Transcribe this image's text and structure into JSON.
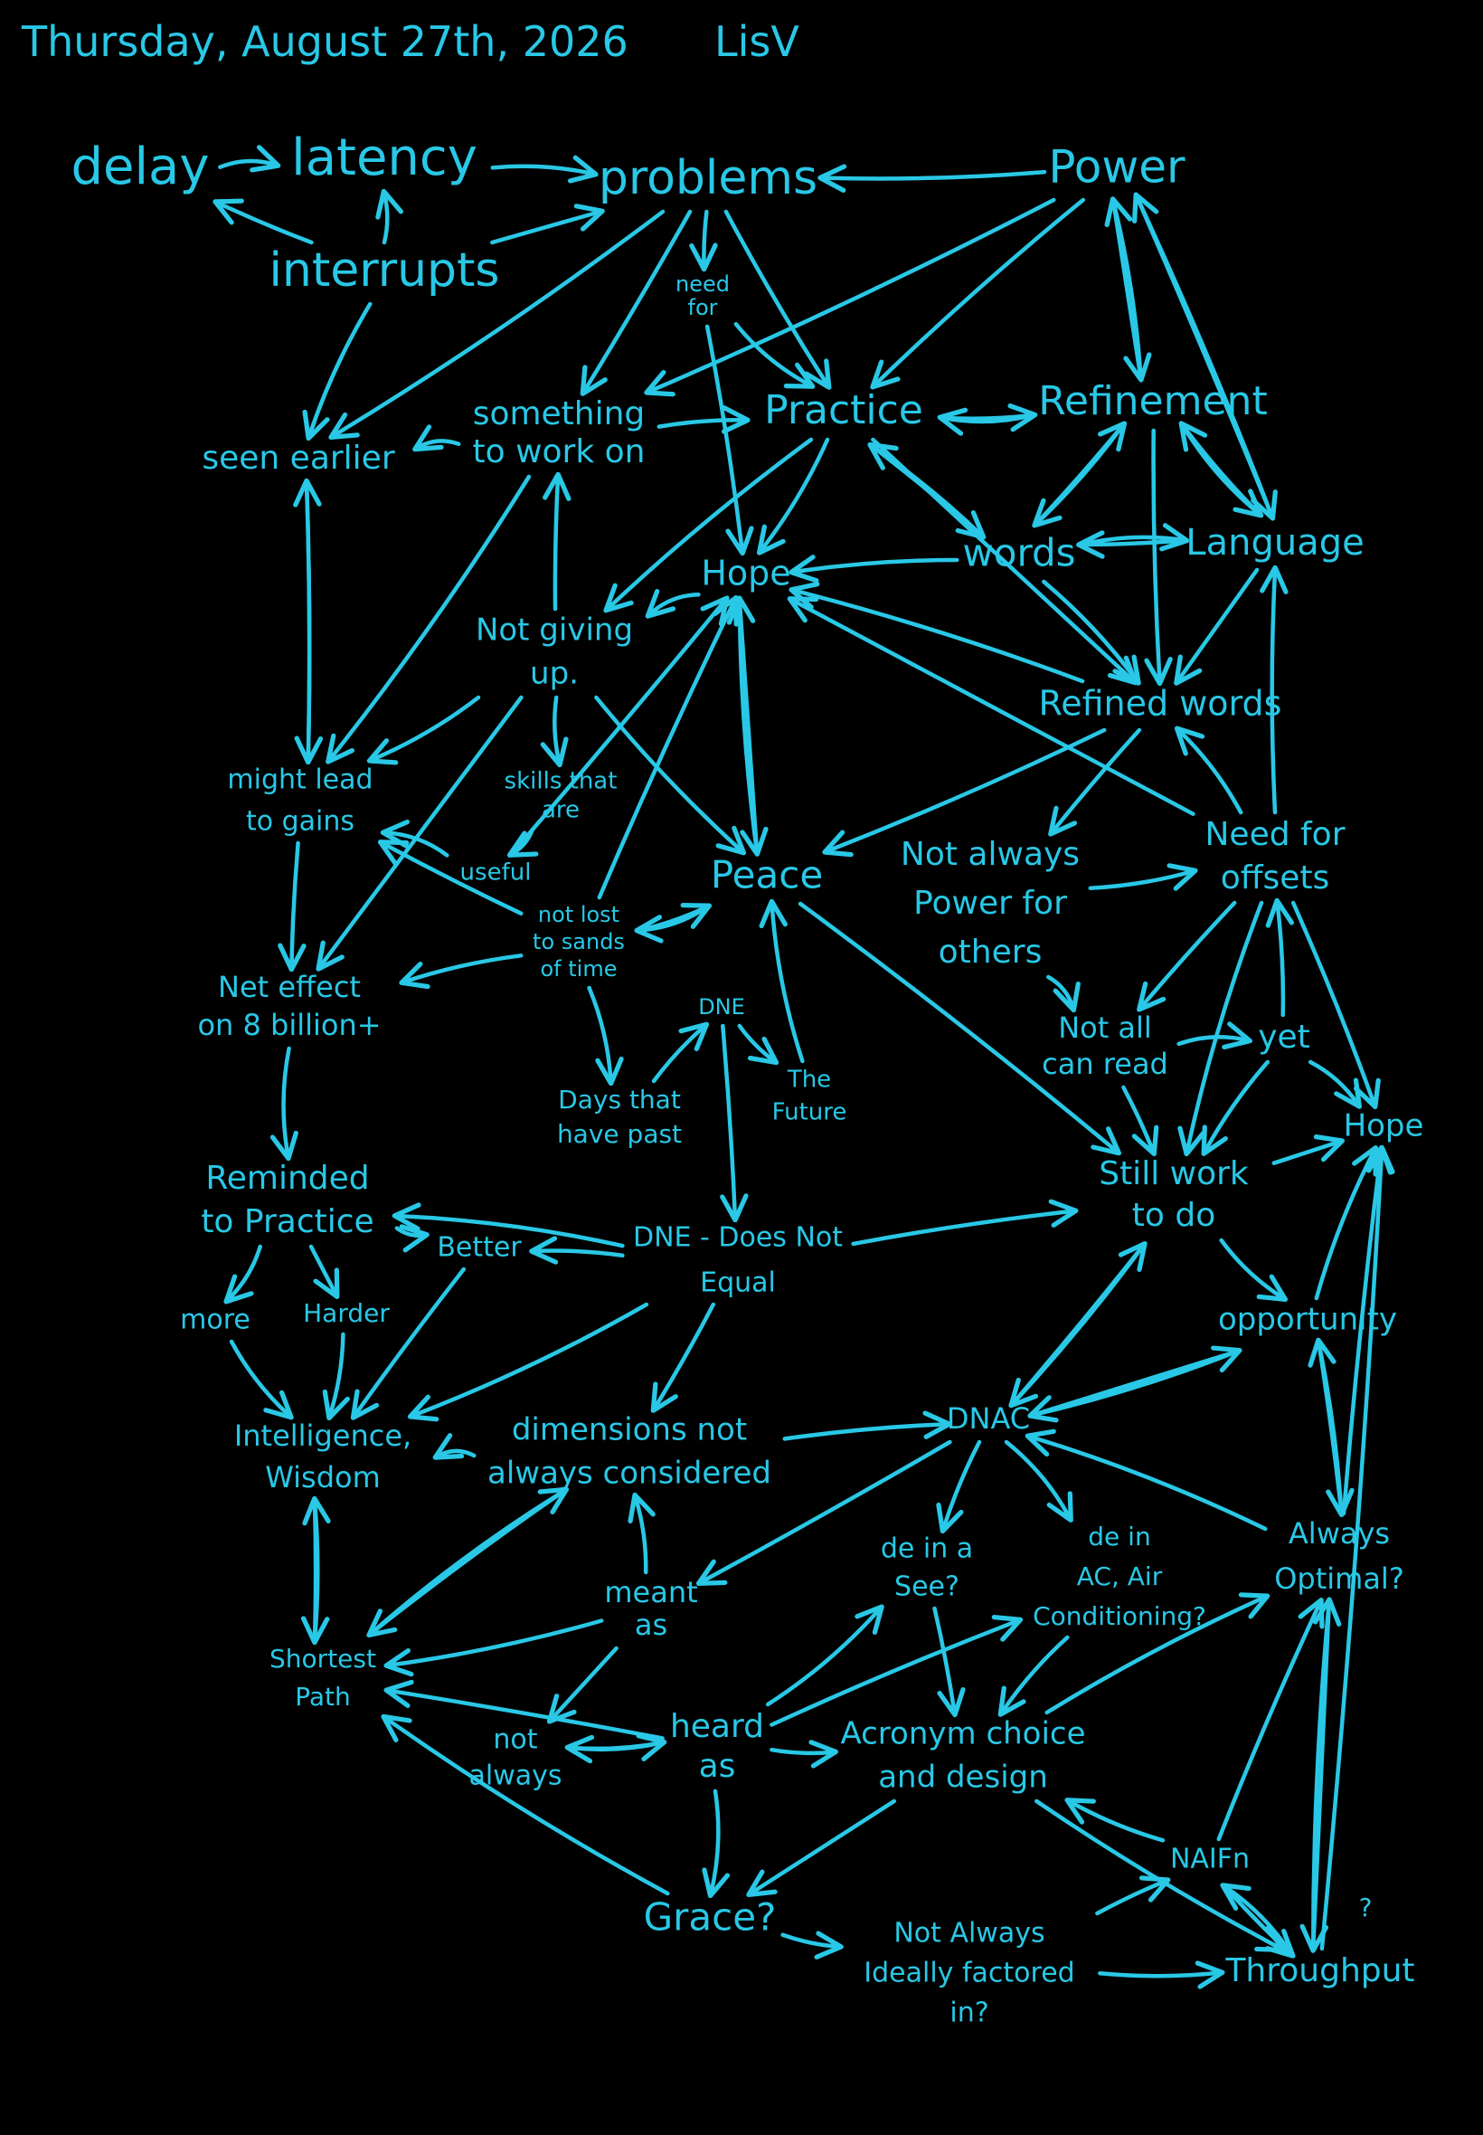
{
  "header": {
    "date": "Thursday, August 27th, 2026",
    "author": "LisV"
  },
  "colors": {
    "background": "#000000",
    "ink": "#29c8e6"
  },
  "nodes": [
    {
      "id": "delay",
      "lines": [
        "delay"
      ]
    },
    {
      "id": "latency",
      "lines": [
        "latency"
      ]
    },
    {
      "id": "interrupts",
      "lines": [
        "interrupts"
      ]
    },
    {
      "id": "problems",
      "lines": [
        "problems"
      ]
    },
    {
      "id": "power",
      "lines": [
        "Power"
      ]
    },
    {
      "id": "need_for",
      "lines": [
        "need",
        "for"
      ]
    },
    {
      "id": "seen_earlier",
      "lines": [
        "seen earlier"
      ]
    },
    {
      "id": "something",
      "lines": [
        "something",
        "to work on"
      ]
    },
    {
      "id": "practice",
      "lines": [
        "Practice"
      ]
    },
    {
      "id": "refinement",
      "lines": [
        "Refinement"
      ]
    },
    {
      "id": "words",
      "lines": [
        "words"
      ]
    },
    {
      "id": "language",
      "lines": [
        "Language"
      ]
    },
    {
      "id": "hope1",
      "lines": [
        "Hope"
      ]
    },
    {
      "id": "not_giving_up",
      "lines": [
        "Not giving",
        "up."
      ]
    },
    {
      "id": "refined_words",
      "lines": [
        "Refined words"
      ]
    },
    {
      "id": "might_lead",
      "lines": [
        "might lead",
        "to gains"
      ]
    },
    {
      "id": "skills",
      "lines": [
        "skills that",
        "are"
      ]
    },
    {
      "id": "useful",
      "lines": [
        "useful"
      ]
    },
    {
      "id": "peace",
      "lines": [
        "Peace"
      ]
    },
    {
      "id": "not_always_power",
      "lines": [
        "Not always",
        "Power for",
        "others"
      ]
    },
    {
      "id": "need_offsets",
      "lines": [
        "Need for",
        "offsets"
      ]
    },
    {
      "id": "not_lost",
      "lines": [
        "not lost",
        "to sands",
        "of time"
      ]
    },
    {
      "id": "net_effect",
      "lines": [
        "Net effect",
        "on 8 billion+"
      ]
    },
    {
      "id": "dne_top",
      "lines": [
        "DNE"
      ]
    },
    {
      "id": "days_past",
      "lines": [
        "Days that",
        "have past"
      ]
    },
    {
      "id": "future",
      "lines": [
        "The",
        "Future"
      ]
    },
    {
      "id": "not_all_read",
      "lines": [
        "Not all",
        "can read"
      ]
    },
    {
      "id": "yet",
      "lines": [
        "yet"
      ]
    },
    {
      "id": "hope2",
      "lines": [
        "Hope"
      ]
    },
    {
      "id": "reminded",
      "lines": [
        "Reminded",
        "to Practice"
      ]
    },
    {
      "id": "still_work",
      "lines": [
        "Still work",
        "to do"
      ]
    },
    {
      "id": "better",
      "lines": [
        "Better"
      ]
    },
    {
      "id": "dne_equal",
      "lines": [
        "DNE - Does Not",
        "Equal"
      ]
    },
    {
      "id": "more",
      "lines": [
        "more"
      ]
    },
    {
      "id": "harder",
      "lines": [
        "Harder"
      ]
    },
    {
      "id": "opportunity",
      "lines": [
        "opportunity"
      ]
    },
    {
      "id": "intelligence",
      "lines": [
        "Intelligence,",
        "Wisdom"
      ]
    },
    {
      "id": "dimensions",
      "lines": [
        "dimensions not",
        "always considered"
      ]
    },
    {
      "id": "dnac",
      "lines": [
        "DNAC"
      ]
    },
    {
      "id": "de_see",
      "lines": [
        "de in a",
        "See?"
      ]
    },
    {
      "id": "de_ac",
      "lines": [
        "de in",
        "AC, Air",
        "Conditioning?"
      ]
    },
    {
      "id": "always_optimal",
      "lines": [
        "Always",
        "Optimal?"
      ]
    },
    {
      "id": "meant_as",
      "lines": [
        "meant",
        "as"
      ]
    },
    {
      "id": "shortest_path",
      "lines": [
        "Shortest",
        "Path"
      ]
    },
    {
      "id": "not_always",
      "lines": [
        "not",
        "always"
      ]
    },
    {
      "id": "heard_as",
      "lines": [
        "heard",
        "as"
      ]
    },
    {
      "id": "acronym",
      "lines": [
        "Acronym choice",
        "and design"
      ]
    },
    {
      "id": "naifn",
      "lines": [
        "NAIFn"
      ]
    },
    {
      "id": "grace",
      "lines": [
        "Grace?"
      ]
    },
    {
      "id": "not_always_ideally",
      "lines": [
        "Not Always",
        "Ideally factored",
        "in?"
      ]
    },
    {
      "id": "throughput",
      "lines": [
        "Throughput"
      ]
    },
    {
      "id": "q_mark",
      "lines": [
        "?"
      ]
    }
  ],
  "edges": [
    {
      "from": "delay",
      "to": "latency"
    },
    {
      "from": "interrupts",
      "to": "delay"
    },
    {
      "from": "interrupts",
      "to": "latency"
    },
    {
      "from": "latency",
      "to": "problems"
    },
    {
      "from": "interrupts",
      "to": "problems"
    },
    {
      "from": "interrupts",
      "to": "seen_earlier"
    },
    {
      "from": "power",
      "to": "problems"
    },
    {
      "from": "problems",
      "to": "need_for"
    },
    {
      "from": "need_for",
      "to": "practice"
    },
    {
      "from": "need_for",
      "to": "hope1"
    },
    {
      "from": "problems",
      "to": "practice"
    },
    {
      "from": "problems",
      "to": "seen_earlier"
    },
    {
      "from": "problems",
      "to": "something"
    },
    {
      "from": "power",
      "to": "practice"
    },
    {
      "from": "power",
      "to": "something"
    },
    {
      "from": "power",
      "to": "refinement"
    },
    {
      "from": "refinement",
      "to": "power"
    },
    {
      "from": "power",
      "to": "language"
    },
    {
      "from": "language",
      "to": "power"
    },
    {
      "from": "something",
      "to": "seen_earlier"
    },
    {
      "from": "something",
      "to": "practice"
    },
    {
      "from": "practice",
      "to": "refinement"
    },
    {
      "from": "refinement",
      "to": "practice"
    },
    {
      "from": "practice",
      "to": "words"
    },
    {
      "from": "words",
      "to": "practice"
    },
    {
      "from": "practice",
      "to": "hope1"
    },
    {
      "from": "practice",
      "to": "refined_words"
    },
    {
      "from": "practice",
      "to": "not_giving_up"
    },
    {
      "from": "refinement",
      "to": "words"
    },
    {
      "from": "words",
      "to": "refinement"
    },
    {
      "from": "refinement",
      "to": "language"
    },
    {
      "from": "language",
      "to": "refinement"
    },
    {
      "from": "refinement",
      "to": "refined_words"
    },
    {
      "from": "words",
      "to": "language"
    },
    {
      "from": "language",
      "to": "words"
    },
    {
      "from": "words",
      "to": "hope1"
    },
    {
      "from": "words",
      "to": "refined_words"
    },
    {
      "from": "language",
      "to": "refined_words"
    },
    {
      "from": "refined_words",
      "to": "hope1"
    },
    {
      "from": "refined_words",
      "to": "peace"
    },
    {
      "from": "refined_words",
      "to": "not_always_power"
    },
    {
      "from": "hope1",
      "to": "not_giving_up"
    },
    {
      "from": "seen_earlier",
      "to": "might_lead"
    },
    {
      "from": "might_lead",
      "to": "seen_earlier"
    },
    {
      "from": "something",
      "to": "might_lead"
    },
    {
      "from": "not_giving_up",
      "to": "something"
    },
    {
      "from": "not_giving_up",
      "to": "skills"
    },
    {
      "from": "not_giving_up",
      "to": "might_lead"
    },
    {
      "from": "not_giving_up",
      "to": "net_effect"
    },
    {
      "from": "not_giving_up",
      "to": "peace"
    },
    {
      "from": "skills",
      "to": "useful"
    },
    {
      "from": "useful",
      "to": "hope1"
    },
    {
      "from": "useful",
      "to": "might_lead"
    },
    {
      "from": "not_lost",
      "to": "hope1"
    },
    {
      "from": "not_lost",
      "to": "peace"
    },
    {
      "from": "peace",
      "to": "not_lost"
    },
    {
      "from": "not_lost",
      "to": "might_lead"
    },
    {
      "from": "not_lost",
      "to": "net_effect"
    },
    {
      "from": "not_lost",
      "to": "days_past"
    },
    {
      "from": "peace",
      "to": "hope1"
    },
    {
      "from": "hope1",
      "to": "peace"
    },
    {
      "from": "peace",
      "to": "still_work"
    },
    {
      "from": "might_lead",
      "to": "net_effect"
    },
    {
      "from": "net_effect",
      "to": "reminded"
    },
    {
      "from": "days_past",
      "to": "dne_top"
    },
    {
      "from": "dne_top",
      "to": "future"
    },
    {
      "from": "future",
      "to": "peace"
    },
    {
      "from": "dne_top",
      "to": "dne_equal"
    },
    {
      "from": "not_always_power",
      "to": "need_offsets"
    },
    {
      "from": "not_always_power",
      "to": "not_all_read"
    },
    {
      "from": "need_offsets",
      "to": "hope1"
    },
    {
      "from": "need_offsets",
      "to": "refined_words"
    },
    {
      "from": "need_offsets",
      "to": "language"
    },
    {
      "from": "need_offsets",
      "to": "not_all_read"
    },
    {
      "from": "need_offsets",
      "to": "still_work"
    },
    {
      "from": "need_offsets",
      "to": "hope2"
    },
    {
      "from": "yet",
      "to": "need_offsets"
    },
    {
      "from": "not_all_read",
      "to": "yet"
    },
    {
      "from": "not_all_read",
      "to": "still_work"
    },
    {
      "from": "yet",
      "to": "still_work"
    },
    {
      "from": "yet",
      "to": "hope2"
    },
    {
      "from": "still_work",
      "to": "hope2"
    },
    {
      "from": "still_work",
      "to": "opportunity"
    },
    {
      "from": "still_work",
      "to": "dnac"
    },
    {
      "from": "dnac",
      "to": "still_work"
    },
    {
      "from": "dne_equal",
      "to": "reminded"
    },
    {
      "from": "dne_equal",
      "to": "still_work"
    },
    {
      "from": "dne_equal",
      "to": "better"
    },
    {
      "from": "dne_equal",
      "to": "intelligence"
    },
    {
      "from": "dne_equal",
      "to": "dimensions"
    },
    {
      "from": "reminded",
      "to": "better"
    },
    {
      "from": "reminded",
      "to": "more"
    },
    {
      "from": "reminded",
      "to": "harder"
    },
    {
      "from": "more",
      "to": "intelligence"
    },
    {
      "from": "harder",
      "to": "intelligence"
    },
    {
      "from": "better",
      "to": "intelligence"
    },
    {
      "from": "dimensions",
      "to": "intelligence"
    },
    {
      "from": "dimensions",
      "to": "dnac"
    },
    {
      "from": "dimensions",
      "to": "shortest_path"
    },
    {
      "from": "shortest_path",
      "to": "dimensions"
    },
    {
      "from": "intelligence",
      "to": "shortest_path"
    },
    {
      "from": "shortest_path",
      "to": "intelligence"
    },
    {
      "from": "opportunity",
      "to": "hope2"
    },
    {
      "from": "opportunity",
      "to": "dnac"
    },
    {
      "from": "dnac",
      "to": "opportunity"
    },
    {
      "from": "opportunity",
      "to": "always_optimal"
    },
    {
      "from": "always_optimal",
      "to": "opportunity"
    },
    {
      "from": "always_optimal",
      "to": "dnac"
    },
    {
      "from": "always_optimal",
      "to": "hope2"
    },
    {
      "from": "dnac",
      "to": "de_see"
    },
    {
      "from": "dnac",
      "to": "de_ac"
    },
    {
      "from": "dnac",
      "to": "meant_as"
    },
    {
      "from": "meant_as",
      "to": "dimensions"
    },
    {
      "from": "meant_as",
      "to": "shortest_path"
    },
    {
      "from": "meant_as",
      "to": "not_always"
    },
    {
      "from": "not_always",
      "to": "heard_as"
    },
    {
      "from": "heard_as",
      "to": "not_always"
    },
    {
      "from": "heard_as",
      "to": "shortest_path"
    },
    {
      "from": "heard_as",
      "to": "de_see"
    },
    {
      "from": "heard_as",
      "to": "de_ac"
    },
    {
      "from": "heard_as",
      "to": "acronym"
    },
    {
      "from": "heard_as",
      "to": "grace"
    },
    {
      "from": "de_see",
      "to": "acronym"
    },
    {
      "from": "de_ac",
      "to": "acronym"
    },
    {
      "from": "acronym",
      "to": "always_optimal"
    },
    {
      "from": "acronym",
      "to": "grace"
    },
    {
      "from": "acronym",
      "to": "throughput"
    },
    {
      "from": "naifn",
      "to": "acronym"
    },
    {
      "from": "naifn",
      "to": "throughput"
    },
    {
      "from": "throughput",
      "to": "naifn"
    },
    {
      "from": "naifn",
      "to": "always_optimal"
    },
    {
      "from": "grace",
      "to": "not_always_ideally"
    },
    {
      "from": "grace",
      "to": "shortest_path"
    },
    {
      "from": "not_always_ideally",
      "to": "naifn"
    },
    {
      "from": "not_always_ideally",
      "to": "throughput"
    },
    {
      "from": "throughput",
      "to": "always_optimal"
    },
    {
      "from": "always_optimal",
      "to": "throughput"
    },
    {
      "from": "throughput",
      "to": "hope2"
    }
  ]
}
